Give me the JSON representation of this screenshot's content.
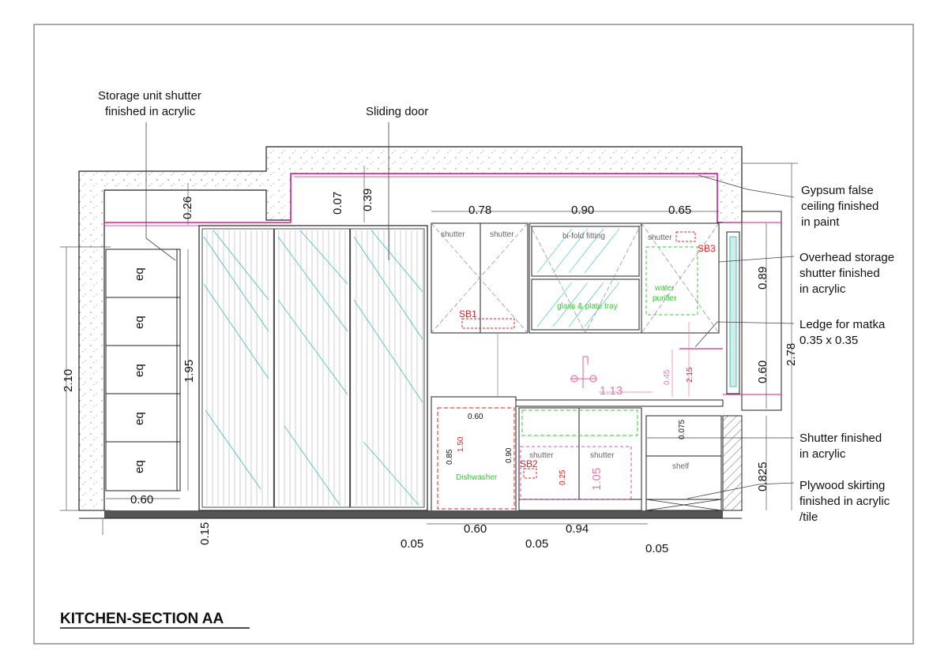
{
  "title": "KITCHEN-SECTION AA",
  "colors": {
    "line": "#1a1a1a",
    "magenta": "#e0199a",
    "cyan": "#28b5b5",
    "green": "#2ccc2c",
    "red": "#e02020",
    "pink": "#e87aa8",
    "gray_band": "#555555"
  },
  "annotations": {
    "storage_shutter": [
      "Storage unit shutter",
      "finished in acrylic"
    ],
    "sliding_door": "Sliding door",
    "gypsum": [
      "Gypsum false",
      "ceiling finished",
      "in paint"
    ],
    "overhead": [
      "Overhead storage",
      "shutter finished",
      "in acrylic"
    ],
    "ledge": [
      "Ledge for matka",
      "0.35 x 0.35"
    ],
    "shutter_finished": [
      "Shutter finished",
      "in acrylic"
    ],
    "plywood": [
      "Plywood skirting",
      "finished in acrylic",
      "/tile"
    ]
  },
  "dimensions": {
    "d026": "0.26",
    "d007": "0.07",
    "d039": "0.39",
    "d078": "0.78",
    "d090top": "0.90",
    "d065": "0.65",
    "d210": "2.10",
    "d195": "1.95",
    "d060left": "0.60",
    "d015": "0.15",
    "d089": "0.89",
    "d060right": "0.60",
    "d278": "2.78",
    "d0825": "0.825",
    "d005a": "0.05",
    "d060bottom": "0.60",
    "d005b": "0.05",
    "d094": "0.94",
    "d005c": "0.05",
    "d113": "1.13",
    "d045": "0.45",
    "d215": "2.15",
    "d060dw": "0.60",
    "d085": "0.85",
    "d150": "1.50",
    "d090dw": "0.90",
    "d025": "0.25",
    "d105": "1.05",
    "d0075": "0.075"
  },
  "labels": {
    "shutter1": "shutter",
    "shutter2": "shutter",
    "bifold": "bi-fold fitting",
    "shutter3": "shutter",
    "glass_tray": "glass & plate tray",
    "water": "water",
    "purifier": "purifier",
    "sb1": "SB1",
    "sb2": "SB2",
    "sb3": "SB3",
    "dishwasher": "Dishwasher",
    "shutter4": "shutter",
    "shutter5": "shutter",
    "shelf": "shelf",
    "eq": "eq"
  }
}
